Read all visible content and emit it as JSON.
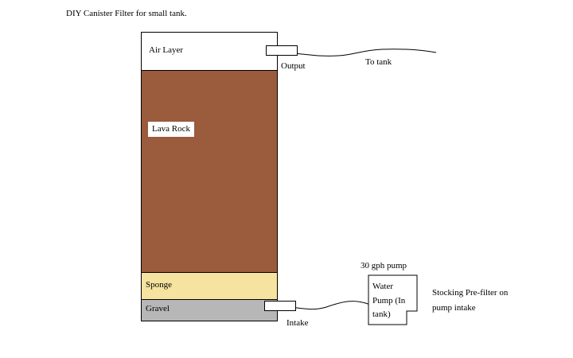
{
  "title": "DIY Canister Filter for small tank.",
  "canister": {
    "layers": {
      "air": "Air Layer",
      "lava": "Lava Rock",
      "sponge": "Sponge",
      "gravel": "Gravel"
    }
  },
  "labels": {
    "output": "Output",
    "to_tank": "To tank",
    "intake": "Intake",
    "pump_caption": "30 gph pump",
    "pump_box": "Water Pump (In tank)",
    "prefilter": "Stocking Pre-filter on pump intake"
  },
  "colors": {
    "lava_rock": "#9b5b3d",
    "sponge": "#f5e39f",
    "gravel": "#b7b7b7"
  }
}
